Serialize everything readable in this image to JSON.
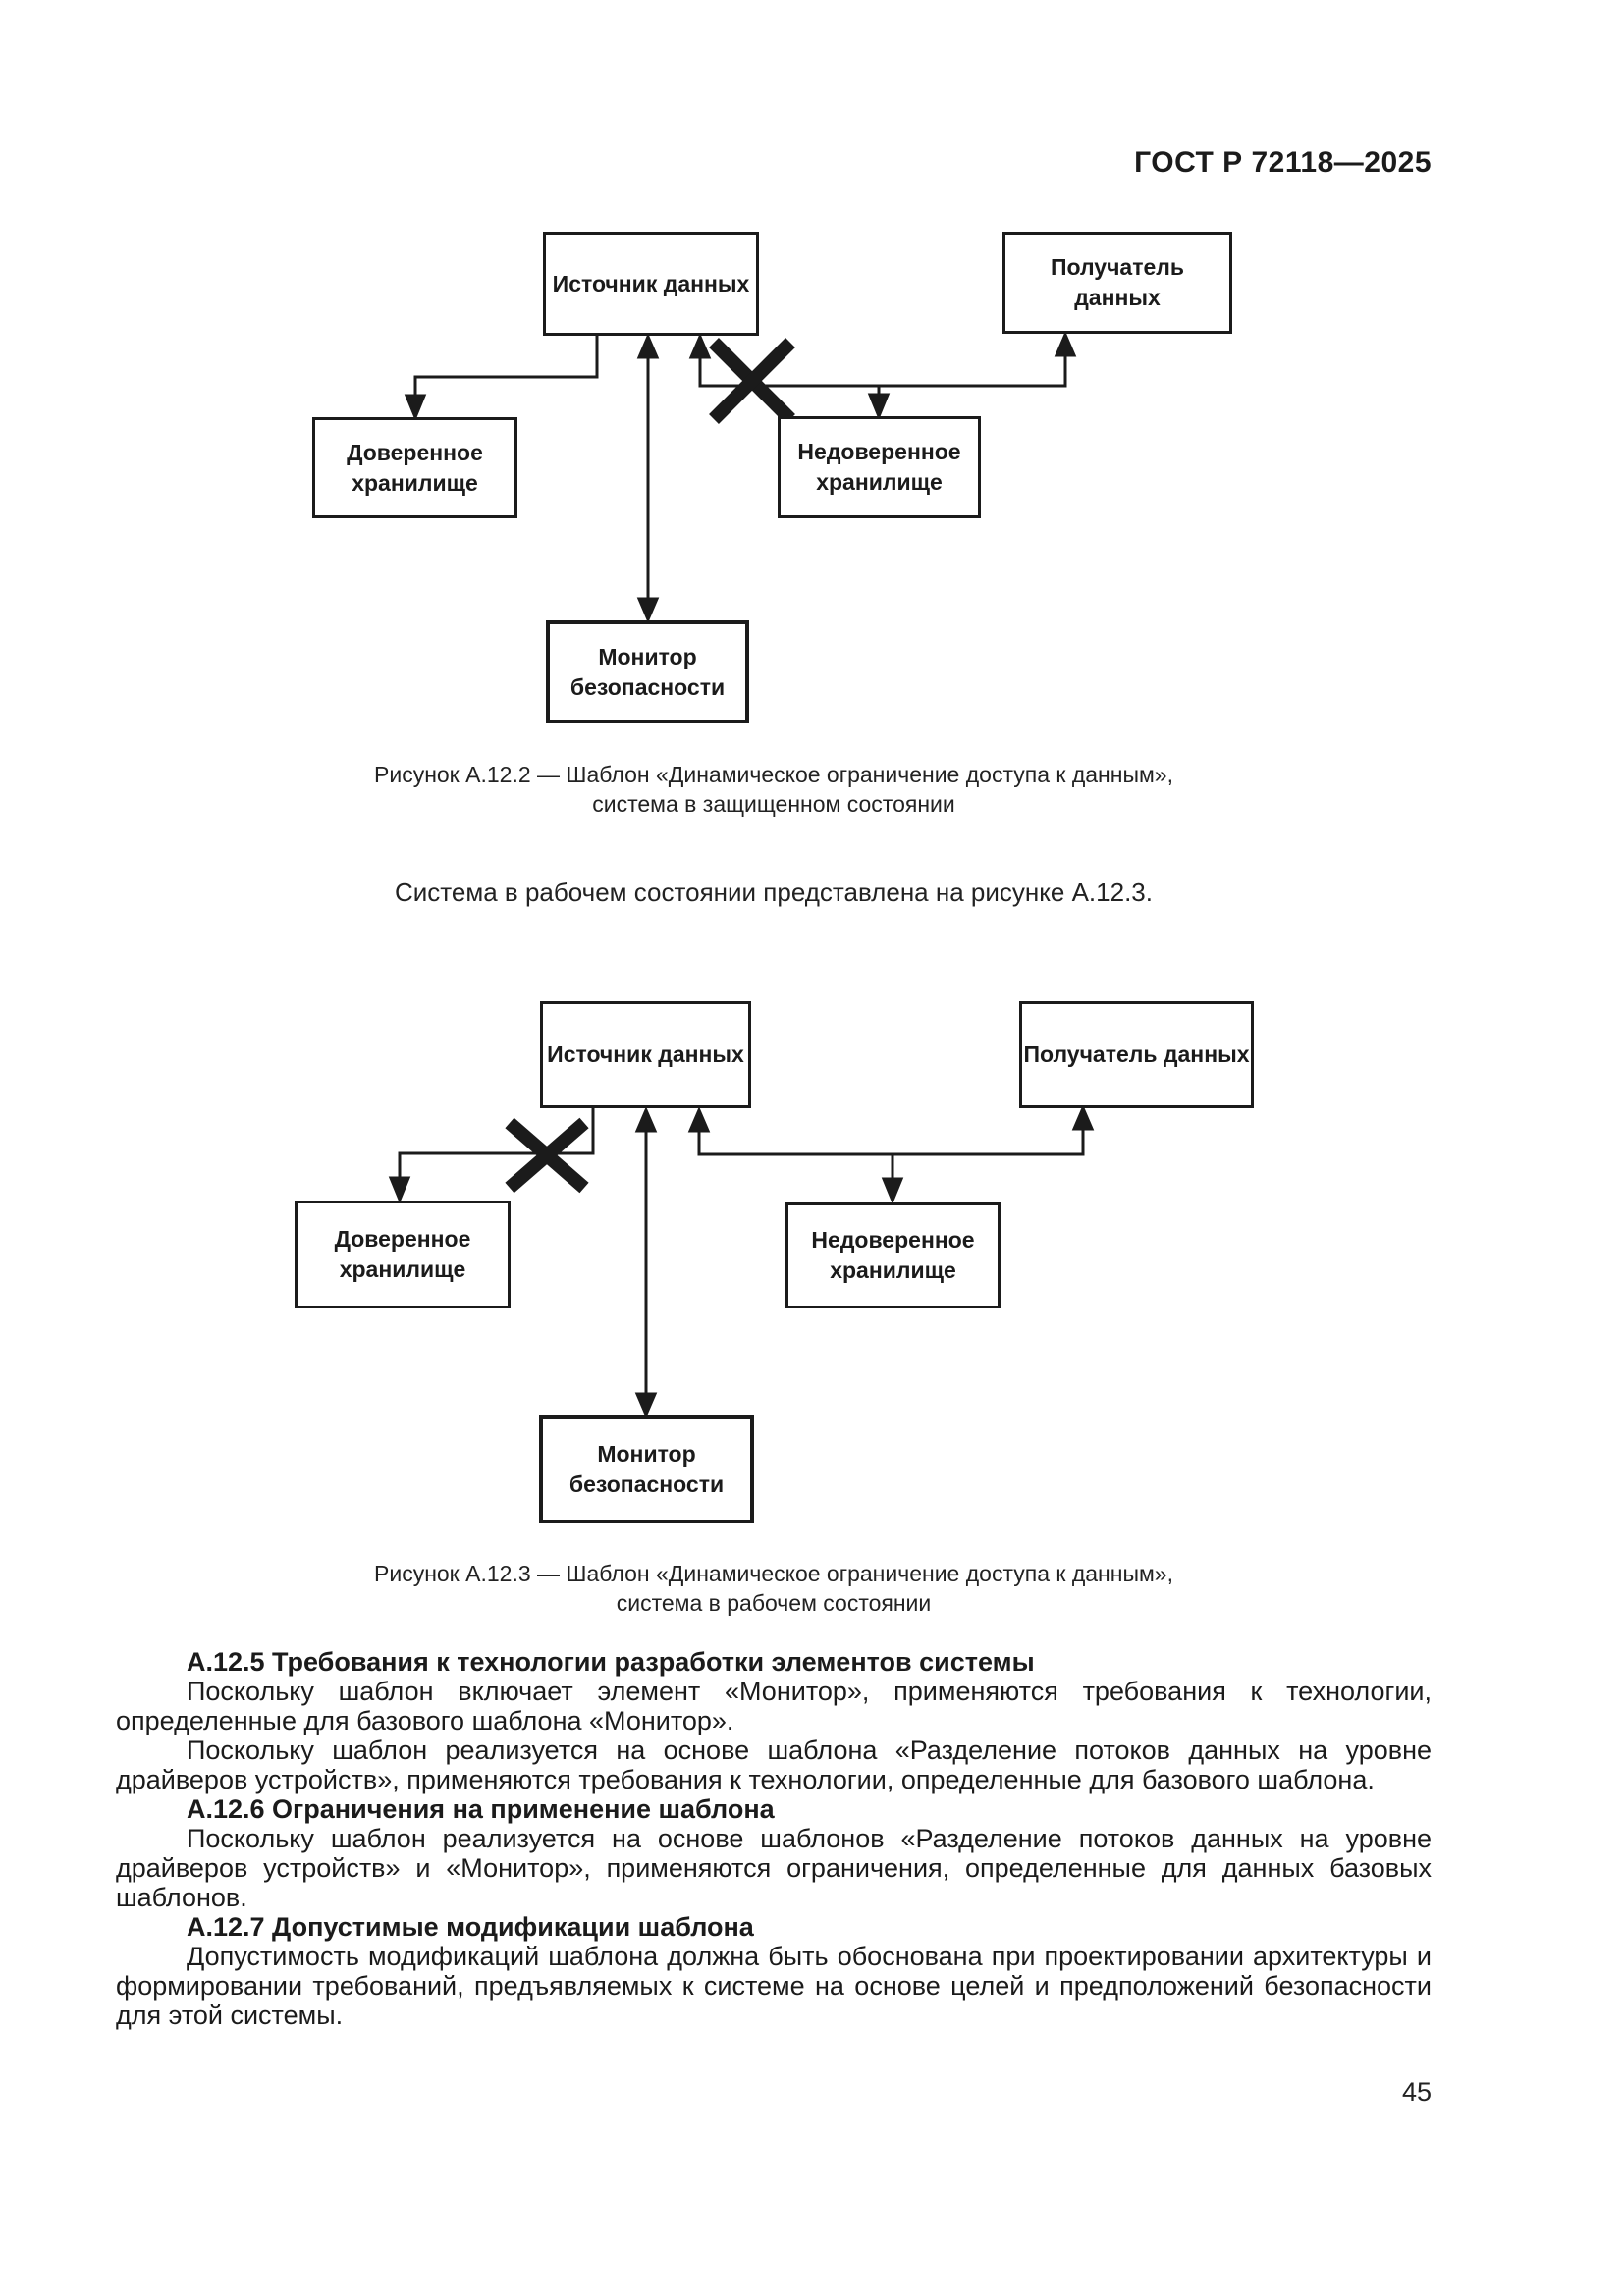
{
  "page": {
    "doc_number": "ГОСТ Р 72118—2025",
    "page_number": "45",
    "ink_color": "#1b1b1b"
  },
  "figure_protected": {
    "source_label": "Источник данных",
    "receiver_label": "Получатель данных",
    "trusted_label": "Доверенное\nхранилище",
    "untrusted_label": "Недоверенное\nхранилище",
    "monitor_label": "Монитор\nбезопасности",
    "blocked_link": "источник данных — недоверенное хранилище (x-cross)",
    "caption": "Рисунок А.12.2 — Шаблон «Динамическое ограничение доступа к данным»,\nсистема в защищенном состоянии"
  },
  "intro_text": "Система в рабочем состоянии представлена на рисунке А.12.3.",
  "figure_working": {
    "source_label": "Источник данных",
    "receiver_label": "Получатель данных",
    "trusted_label": "Доверенное\nхранилище",
    "untrusted_label": "Недоверенное\nхранилище",
    "monitor_label": "Монитор\nбезопасности",
    "blocked_link": "источник данных — доверенное хранилище (x-cross)",
    "caption": "Рисунок А.12.3 — Шаблон «Динамическое ограничение доступа к данным»,\nсистема в рабочем состоянии"
  },
  "sections": [
    {
      "heading": "А.12.5 Требования к технологии разработки элементов системы",
      "paragraphs": [
        "Поскольку шаблон включает элемент «Монитор», применяются требования к технологии, определенные для базового шаблона «Монитор».",
        "Поскольку шаблон реализуется на основе шаблона «Разделение потоков данных на уровне драйверов устройств», применяются требования к технологии, определенные для базового шаблона."
      ]
    },
    {
      "heading": "А.12.6 Ограничения на применение шаблона",
      "paragraphs": [
        "Поскольку шаблон реализуется на основе шаблонов «Разделение потоков данных на уровне драйверов устройств» и «Монитор», применяются ограничения, определенные для данных базовых шаблонов."
      ]
    },
    {
      "heading": "А.12.7 Допустимые модификации шаблона",
      "paragraphs": [
        "Допустимость модификаций шаблона должна быть обоснована при проектировании архитектуры и форми­ровании требований, предъявляемых к системе на основе целей и предположений безопасности для этой системы."
      ]
    }
  ]
}
